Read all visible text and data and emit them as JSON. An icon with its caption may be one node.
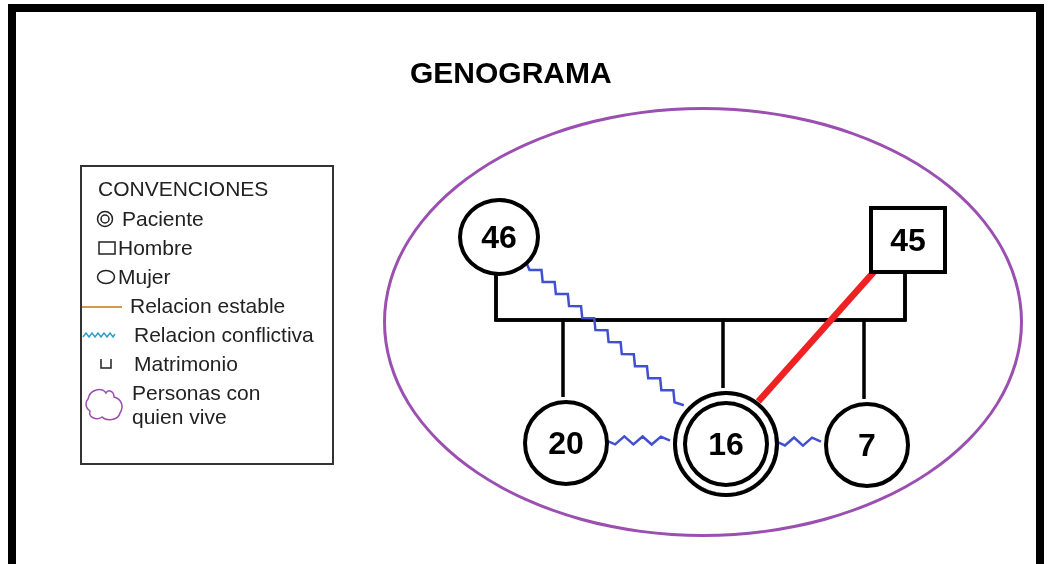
{
  "diagram": {
    "title": "GENOGRAMA",
    "nodes": [
      {
        "text": [],
        "shape": "ellipse"
      },
      {
        "text": [
          "46"
        ],
        "in": 0
      },
      {
        "text": [
          "45"
        ],
        "in": 0
      },
      {
        "text": [
          "20"
        ],
        "in": 0
      },
      {
        "text": [
          "16"
        ],
        "in": 0
      },
      {
        "text": [
          "7"
        ],
        "in": 0
      }
    ],
    "edges": [
      {
        "from": 1,
        "to": 2,
        "arrow": "none"
      },
      {
        "from": 1,
        "to": 3,
        "arrow": "none"
      },
      {
        "from": 2,
        "to": 3,
        "arrow": "none"
      },
      {
        "from": 1,
        "to": 4,
        "arrow": "none"
      },
      {
        "from": 2,
        "to": 4,
        "arrow": "none"
      },
      {
        "from": 1,
        "to": 5,
        "arrow": "none"
      },
      {
        "from": 2,
        "to": 5,
        "arrow": "none"
      },
      {
        "from": 1,
        "to": 4,
        "arrow": "none",
        "color": "#4050d0"
      },
      {
        "from": 3,
        "to": 4,
        "arrow": "none",
        "color": "#4050d0"
      },
      {
        "from": 4,
        "to": 5,
        "arrow": "none",
        "color": "#4050d0"
      },
      {
        "from": 2,
        "to": 4,
        "arrow": "none",
        "style": "thick",
        "color": "#ee2222"
      }
    ],
    "labels": [
      "CONVENCIONES"
    ],
    "legend": [
      {
        "text": "Paciente"
      },
      {
        "text": "Hombre"
      },
      {
        "text": "Mujer"
      },
      {
        "text": "Relacion estable"
      },
      {
        "text": "Relacion conflictiva"
      },
      {
        "text": "Matrimonio"
      },
      {
        "text": "Personas con quien vive"
      }
    ]
  }
}
